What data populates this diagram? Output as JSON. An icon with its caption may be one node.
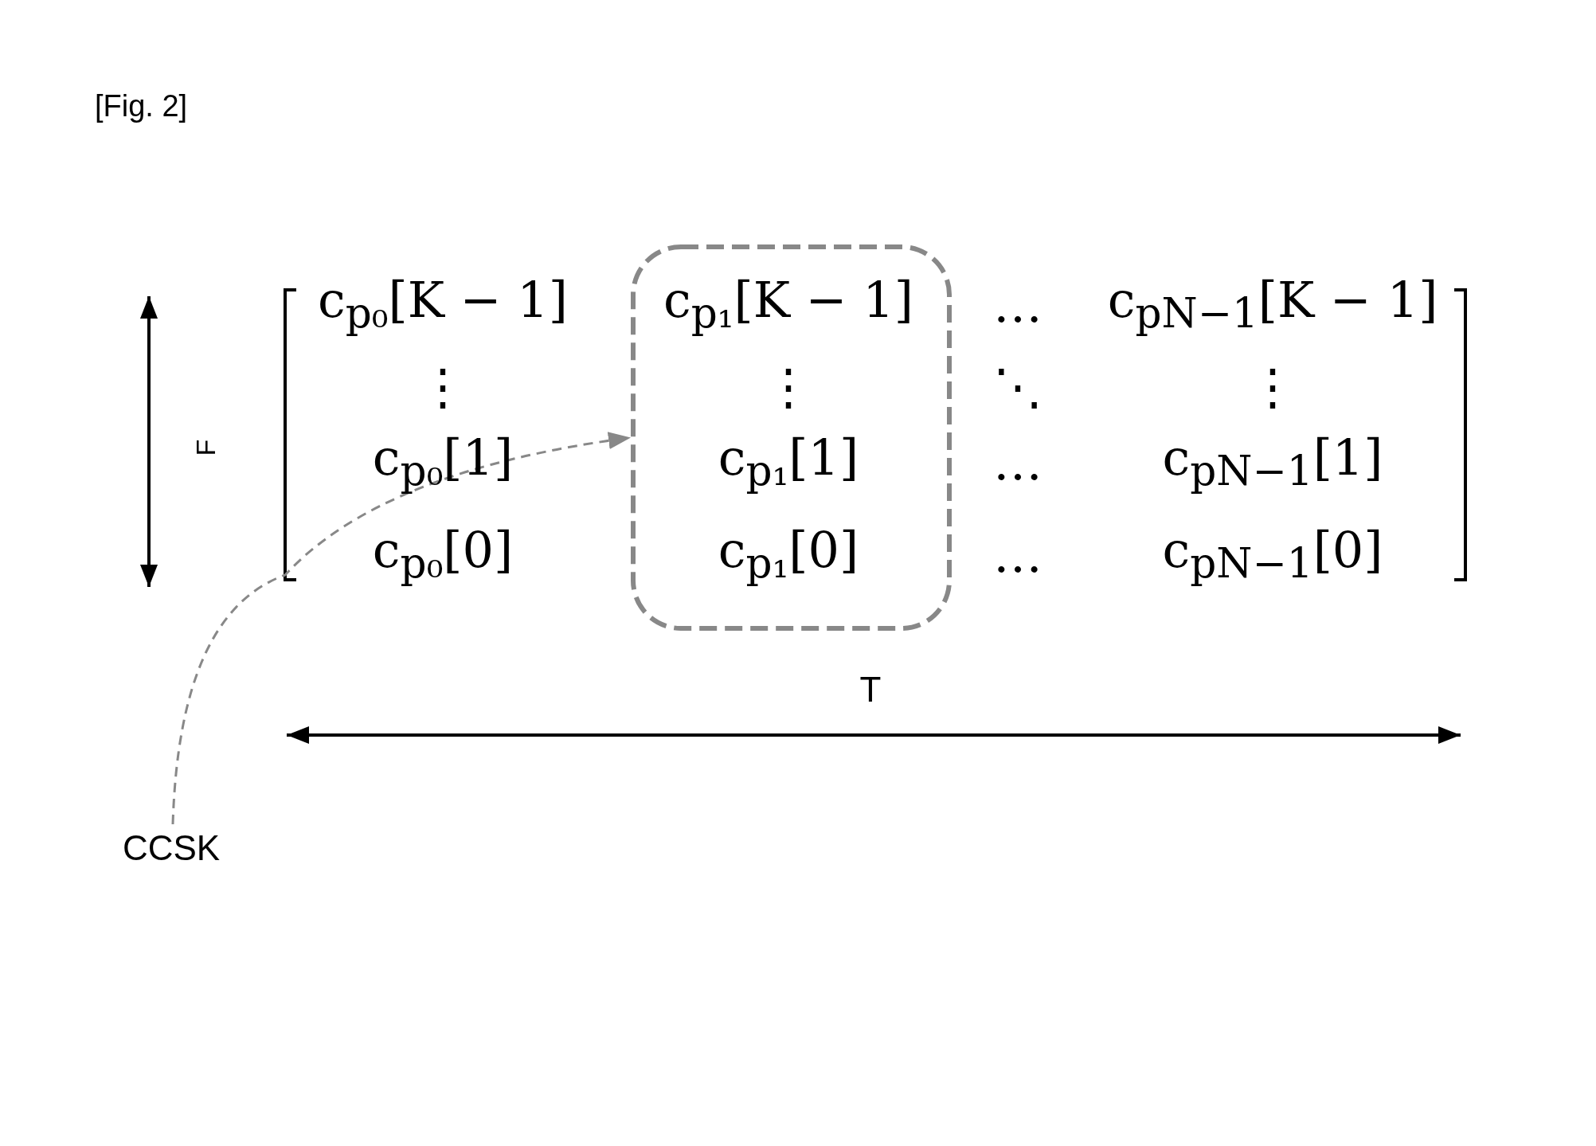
{
  "diagram": {
    "title": "[Fig. 2]",
    "nodes": [
      {
        "text": [
          "CCSK"
        ]
      },
      {
        "text": [],
        "shape": "box"
      }
    ],
    "edges": [
      {
        "from": 0,
        "to": 1,
        "arrow": "to",
        "style": "dashed",
        "color": "#888888"
      }
    ],
    "labels": [
      "F",
      "c$_{p₀}$[K − 1]",
      "c$_{p₁}$[K − 1]",
      "…",
      "c$_{pN−1}$[K − 1]",
      "⋮",
      "⋮",
      "⋱",
      "⋮",
      "c$_{p₀}$[1]",
      "c$_{p₁}$[1]",
      "…",
      "c$_{pN−1}$[1]",
      "c$_{p₀}$[0]",
      "c$_{p₁}$[0]",
      "…",
      "c$_{pN−1}$[0]",
      "T"
    ]
  }
}
